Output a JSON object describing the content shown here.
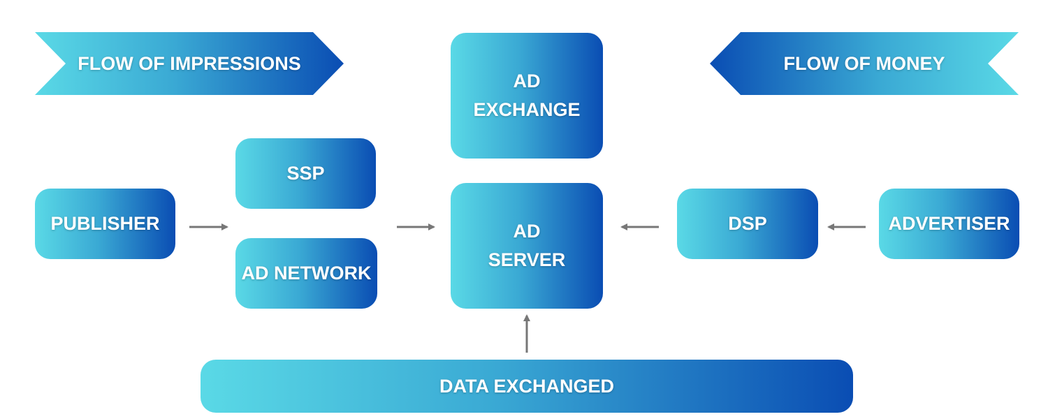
{
  "banners": {
    "left": "FLOW OF IMPRESSIONS",
    "right": "FLOW OF MONEY"
  },
  "nodes": {
    "publisher": "PUBLISHER",
    "ssp": "SSP",
    "ad_network": "AD NETWORK",
    "ad_exchange": [
      "AD",
      "EXCHANGE"
    ],
    "ad_server": [
      "AD",
      "SERVER"
    ],
    "dsp": "DSP",
    "advertiser": "ADVERTISER",
    "data_exchanged": "DATA EXCHANGED"
  },
  "colors": {
    "gradient_light": "#5ad9e6",
    "gradient_mid": "#3aa9d4",
    "gradient_dark": "#0a4db3",
    "arrow": "#777777",
    "text": "#ffffff"
  }
}
